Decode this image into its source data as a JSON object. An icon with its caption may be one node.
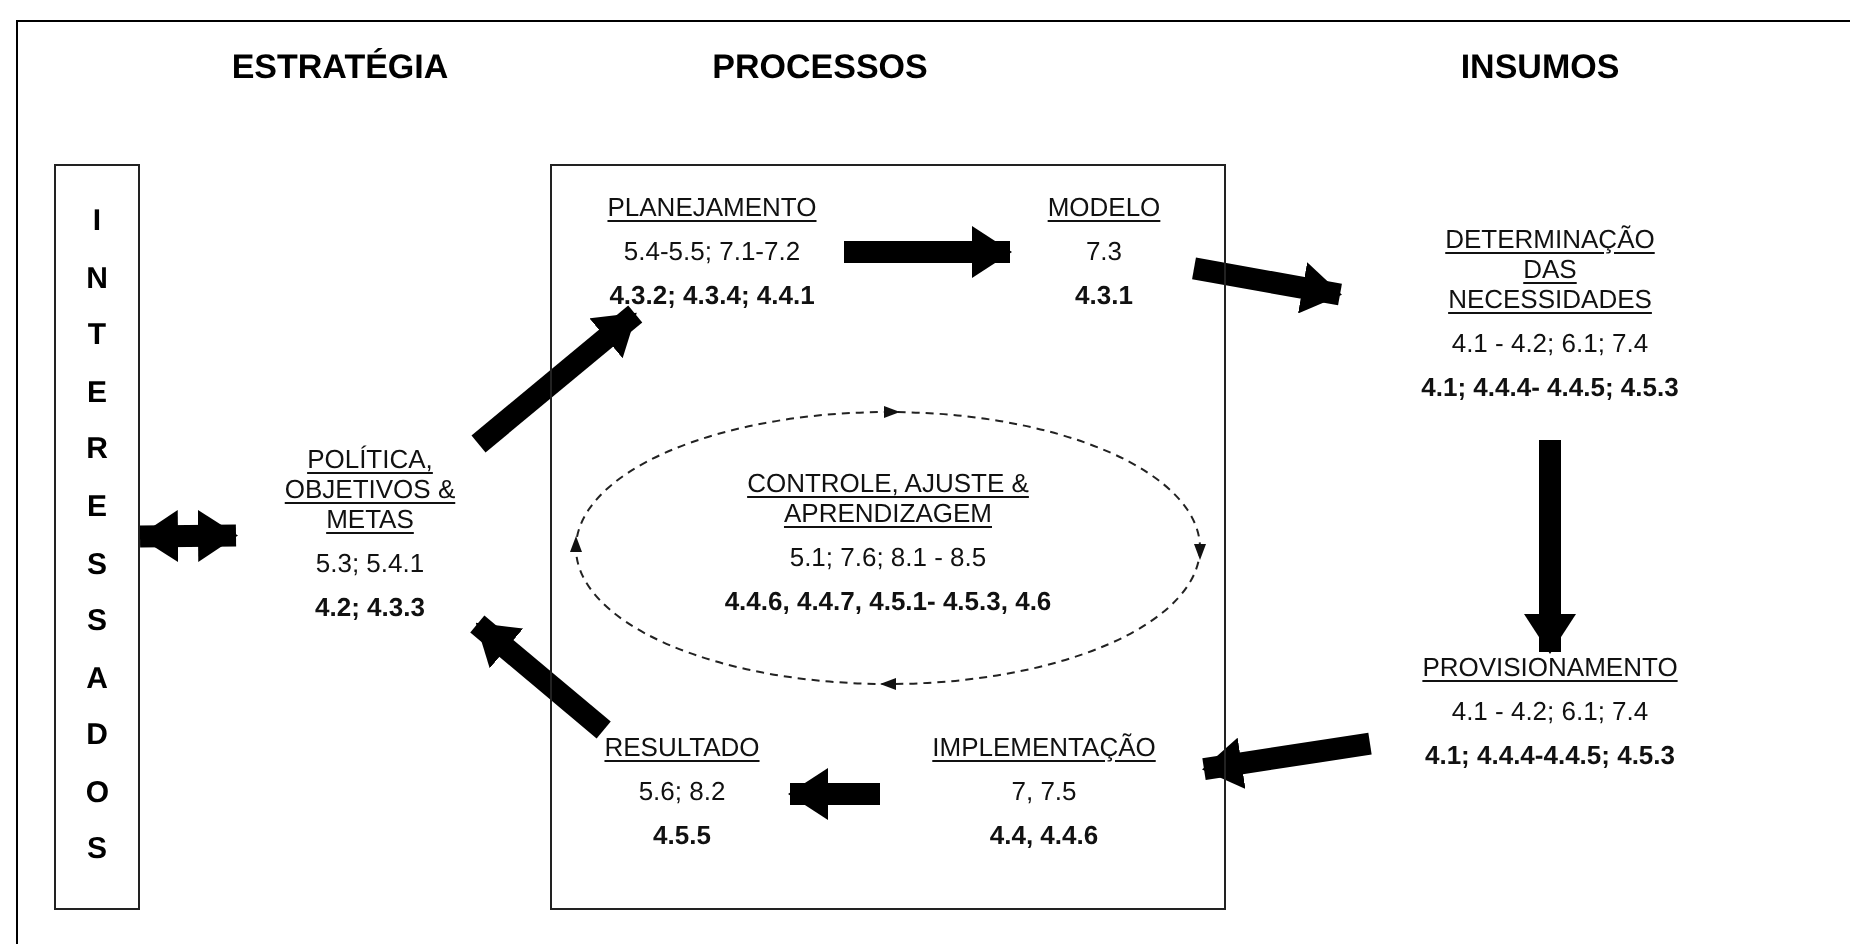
{
  "diagram": {
    "nodes": [
      {
        "text": [
          "INTERESSADOS"
        ]
      },
      {
        "text": [
          "POLÍTICA, OBJETIVOS & METAS",
          "5.3; 5.4.1",
          "4.2; 4.3.3"
        ]
      },
      {
        "text": [],
        "shape": "box"
      },
      {
        "text": [
          "PLANEJAMENTO",
          "5.4-5.5; 7.1-7.2",
          "4.3.2; 4.3.4; 4.4.1"
        ],
        "in": 2
      },
      {
        "text": [
          "MODELO",
          "7.3",
          "4.3.1"
        ],
        "in": 2
      },
      {
        "text": [
          "CONTROLE, AJUSTE & APRENDIZAGEM",
          "5.1; 7.6; 8.1 - 8.5",
          "4.4.6, 4.4.7, 4.5.1- 4.5.3, 4.6"
        ],
        "in": 2
      },
      {
        "text": [
          "RESULTADO",
          "5.6; 8.2",
          "4.5.5"
        ],
        "in": 2
      },
      {
        "text": [
          "IMPLEMENTAÇÃO",
          "7, 7.5",
          "4.4, 4.4.6"
        ],
        "in": 2
      },
      {
        "text": [
          "DETERMINAÇÃO DAS NECESSIDADES",
          "4.1 - 4.2; 6.1; 7.4",
          "4.1; 4.4.4- 4.4.5; 4.5.3"
        ]
      },
      {
        "text": [
          "PROVISIONAMENTO",
          "4.1 - 4.2; 6.1; 7.4",
          "4.1; 4.4.4-4.4.5; 4.5.3"
        ]
      }
    ],
    "edges": [
      {
        "from": 0,
        "to": 1,
        "arrow": "both"
      },
      {
        "from": 1,
        "to": 3,
        "arrow": "to"
      },
      {
        "from": 3,
        "to": 4,
        "arrow": "to"
      },
      {
        "from": 4,
        "to": 8,
        "arrow": "to"
      },
      {
        "from": 8,
        "to": 9,
        "arrow": "to"
      },
      {
        "from": 9,
        "to": 7,
        "arrow": "to"
      },
      {
        "from": 7,
        "to": 6,
        "arrow": "to"
      },
      {
        "from": 6,
        "to": 1,
        "arrow": "to"
      }
    ],
    "labels": [
      "ESTRATÉGIA",
      "PROCESSOS",
      "INSUMOS"
    ]
  }
}
